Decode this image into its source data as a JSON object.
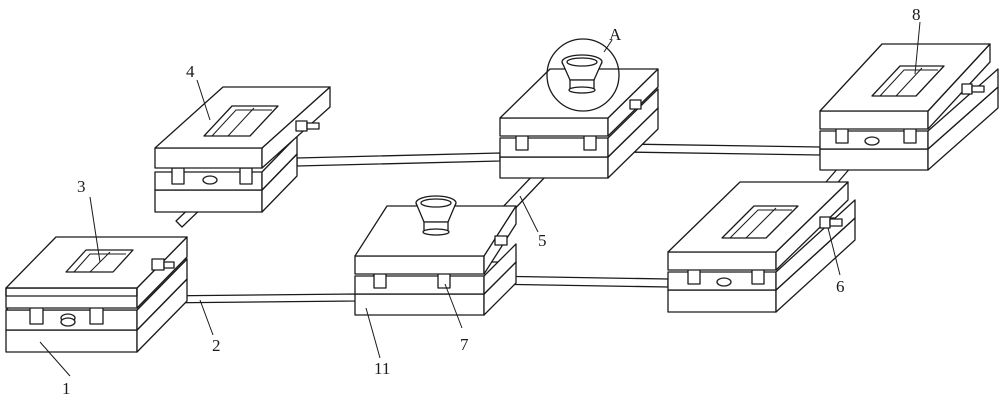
{
  "diagram": {
    "labels": {
      "l1": "1",
      "l2": "2",
      "l3": "3",
      "l4": "4",
      "l5": "5",
      "l6": "6",
      "l7": "7",
      "l8": "8",
      "l11": "11",
      "lA": "A"
    }
  }
}
